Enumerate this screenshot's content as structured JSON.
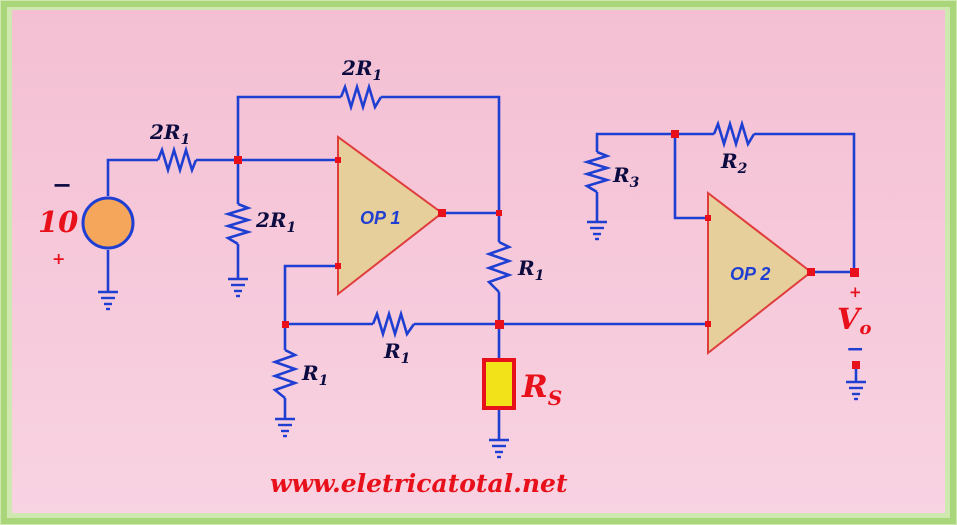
{
  "colors": {
    "wire": "#1f3fd2",
    "node": "#e8101a",
    "opamp_fill": "#e6cf9a",
    "opamp_stroke": "#e03c3c",
    "source_fill": "#f5a65a",
    "load_fill": "#f2e21a",
    "frame": "#b9e08f",
    "panel": "#f6c6d8",
    "label_blue": "#0b0b40",
    "label_red": "#e8101a"
  },
  "labels": {
    "source_value": "10",
    "source_minus": "−",
    "source_plus": "+",
    "r_input_base": "2R",
    "r_input_sub": "1",
    "r_feedback_top_base": "2R",
    "r_feedback_top_sub": "1",
    "r_shunt_base": "2R",
    "r_shunt_sub": "1",
    "r_op1_out_base": "R",
    "r_op1_out_sub": "1",
    "r_bottom_base": "R",
    "r_bottom_sub": "1",
    "r_left_ground_base": "R",
    "r_left_ground_sub": "1",
    "op1": "OP 1",
    "op2": "OP 2",
    "r3_base": "R",
    "r3_sub": "3",
    "r2_base": "R",
    "r2_sub": "2",
    "rs_base": "R",
    "rs_sub": "S",
    "vo_base": "V",
    "vo_sub": "o",
    "vo_plus": "+",
    "vo_minus": "−",
    "website": "www.eletricatotal.net"
  }
}
